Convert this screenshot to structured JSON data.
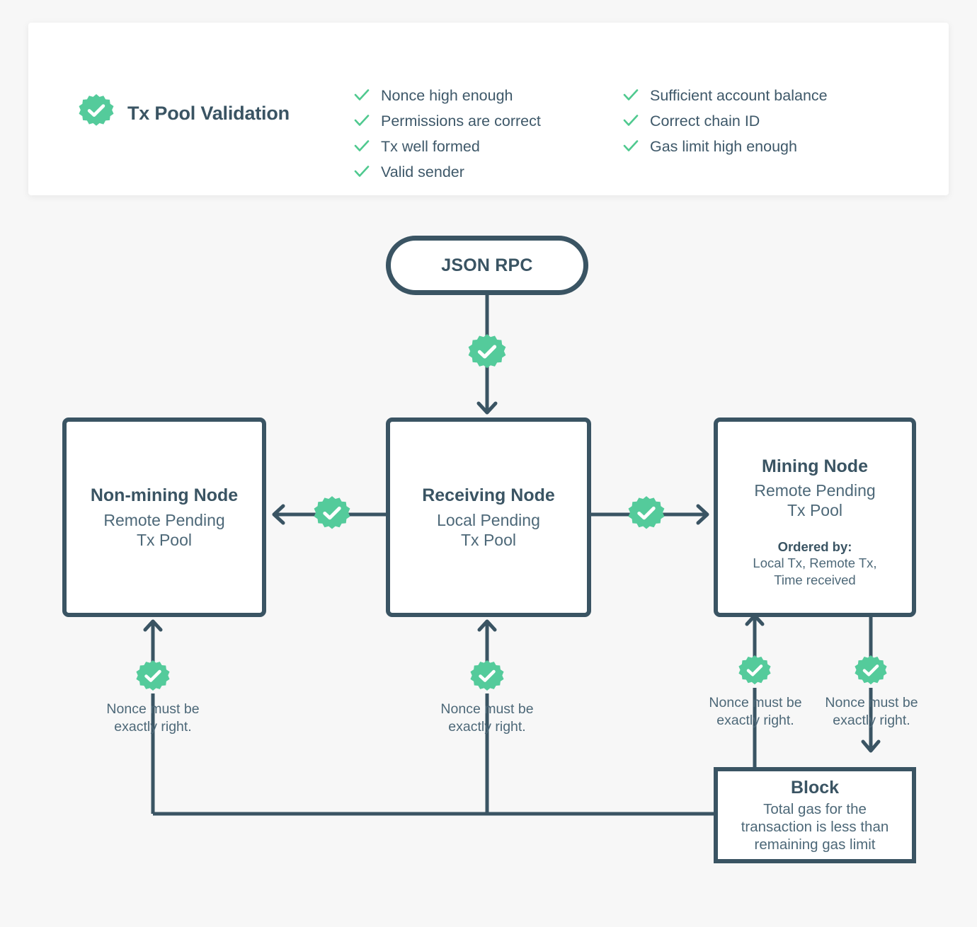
{
  "theme": {
    "page_background": "#f7f7f7",
    "card_background": "#ffffff",
    "accent_green": "#54cb9b",
    "ink_dark": "#3a5463",
    "ink_muted": "#4d6878"
  },
  "header": {
    "title": "Tx Pool Validation",
    "badge_icon": "check-seal-icon",
    "checks_column_1": [
      "Nonce high enough",
      "Permissions are correct",
      "Tx well formed",
      "Valid sender"
    ],
    "checks_column_2": [
      "Sufficient account balance",
      "Correct chain ID",
      "Gas limit high enough"
    ]
  },
  "diagram": {
    "type": "flowchart",
    "entry": {
      "label": "JSON RPC",
      "shape": "pill"
    },
    "nodes": [
      {
        "id": "non-mining-node",
        "title": "Non-mining Node",
        "subtitle": "Remote Pending\nTx Pool"
      },
      {
        "id": "receiving-node",
        "title": "Receiving Node",
        "subtitle": "Local Pending\nTx Pool"
      },
      {
        "id": "mining-node",
        "title": "Mining Node",
        "subtitle": "Remote Pending\nTx Pool",
        "extra_label": "Ordered by:",
        "extra_body": "Local Tx, Remote Tx,\nTime received"
      }
    ],
    "block": {
      "title": "Block",
      "subtitle": "Total gas for the\ntransaction is less than\nremaining gas limit"
    },
    "notes": {
      "nonce_note": "Nonce must be\nexactly right."
    },
    "edge_badges": [
      "rpc-to-receiving-badge",
      "receiving-to-non-mining-badge",
      "receiving-to-mining-badge",
      "block-to-non-mining-badge",
      "block-to-receiving-badge",
      "block-to-mining-badge",
      "mining-to-block-badge"
    ]
  }
}
